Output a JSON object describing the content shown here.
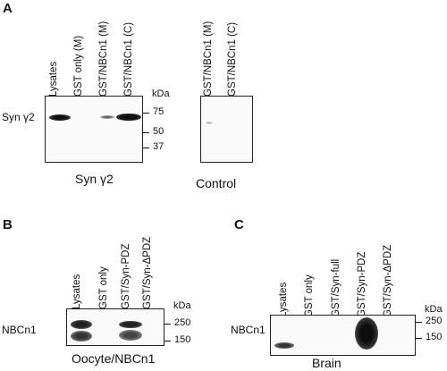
{
  "panels": {
    "A": {
      "letter": "A",
      "main_blot": {
        "lanes": [
          "Lysates",
          "GST only (M)",
          "GST/NBCn1 (M)",
          "GST/NBCn1 (C)"
        ],
        "row_label": "Syn γ2",
        "kda_label": "kDa",
        "markers": [
          "75",
          "50",
          "37"
        ],
        "caption": "Syn γ2"
      },
      "control_blot": {
        "lanes": [
          "GST/NBCn1 (M)",
          "GST/NBCn1 (C)"
        ],
        "caption": "Control"
      }
    },
    "B": {
      "letter": "B",
      "lanes": [
        "Lysates",
        "GST only",
        "GST/Syn-PDZ",
        "GST/Syn-ΔPDZ"
      ],
      "row_label": "NBCn1",
      "kda_label": "kDa",
      "markers": [
        "250",
        "150"
      ],
      "caption": "Oocyte/NBCn1"
    },
    "C": {
      "letter": "C",
      "lanes": [
        "Lysates",
        "GST only",
        "GST/Syn-full",
        "GST/Syn-PDZ",
        "GST/Syn-ΔPDZ"
      ],
      "row_label": "NBCn1",
      "kda_label": "kDa",
      "markers": [
        "250",
        "150"
      ],
      "caption": "Brain"
    }
  },
  "colors": {
    "band": "#111111",
    "membrane": "#fafafa"
  }
}
